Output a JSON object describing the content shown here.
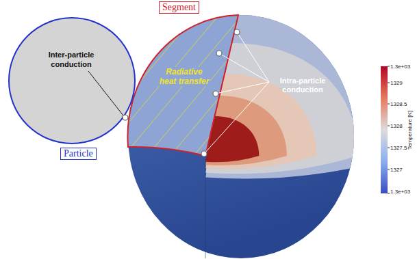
{
  "diagram": {
    "nodes": [
      {
        "text": [
          "Segment"
        ]
      },
      {
        "text": [
          "Radiative heat transfer"
        ]
      },
      {
        "text": [
          "Inter-particle conduction"
        ]
      },
      {
        "text": [
          "Particle"
        ]
      }
    ],
    "labels": [
      "Intra-particle conduction",
      "1.3e+03",
      "1329",
      "1328.5",
      "1328",
      "1327.5",
      "1327",
      "1.3e+03",
      "Temperature [K]"
    ]
  }
}
